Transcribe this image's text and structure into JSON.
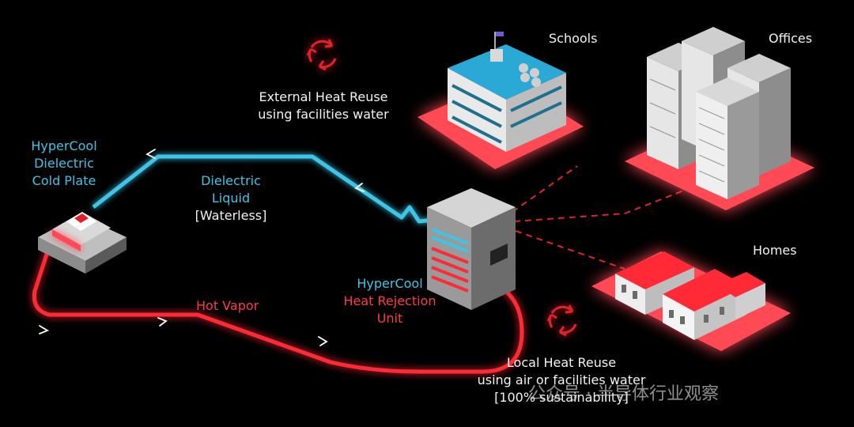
{
  "colors": {
    "blue_pipe": "#3fc4e6",
    "red_pipe": "#ff2a35",
    "platform": "#ff4a55",
    "background": "#000000"
  },
  "labels": {
    "schools": "Schools",
    "offices": "Offices",
    "homes": "Homes",
    "cold_plate": [
      "HyperCool",
      "Dielectric",
      "Cold Plate"
    ],
    "liquid": [
      "Dielectric",
      "Liquid",
      "[Waterless]"
    ],
    "hot_vapor": "Hot Vapor",
    "hru_title": "HyperCool",
    "hru_sub": [
      "Heat Rejection",
      "Unit"
    ],
    "external_reuse": [
      "External Heat Reuse",
      "using facilities water"
    ],
    "local_reuse": [
      "Local Heat Reuse",
      "using air or facilities water",
      "[100% sustainability]"
    ]
  },
  "watermark": "公众号 · 半导体行业观察",
  "icons": [
    "recycle-icon",
    "recycle-icon",
    "flow-arrow-icon"
  ]
}
